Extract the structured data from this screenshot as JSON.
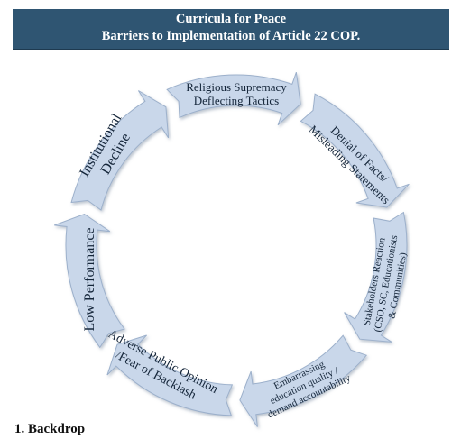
{
  "header": {
    "title": "Curricula for Peace",
    "subtitle": "Barriers to Implementation of Article 22 COP."
  },
  "cycle": {
    "steps": [
      {
        "lines": [
          "Religious Supremacy",
          "Deflecting Tactics"
        ]
      },
      {
        "lines": [
          "Denial of Facts/",
          "Misleading Statements"
        ]
      },
      {
        "lines": [
          "Stakeholders Reaction",
          "(CSO, SC, Educationists",
          "& Communities)"
        ]
      },
      {
        "lines": [
          "Embarrassing",
          "education quality /",
          "demand accountability"
        ]
      },
      {
        "lines": [
          "Adverse Public Opinion",
          "/Fear of Backlash"
        ]
      },
      {
        "lines": [
          "Low Performance"
        ]
      },
      {
        "lines": [
          "Institutional",
          "Decline"
        ]
      }
    ]
  },
  "footer": {
    "section_heading": "1.  Backdrop"
  },
  "colors": {
    "banner": "#2f5572",
    "arrow_fill": "#c9d7ea",
    "arrow_stroke": "#9cb0cb",
    "text": "#15263a"
  }
}
